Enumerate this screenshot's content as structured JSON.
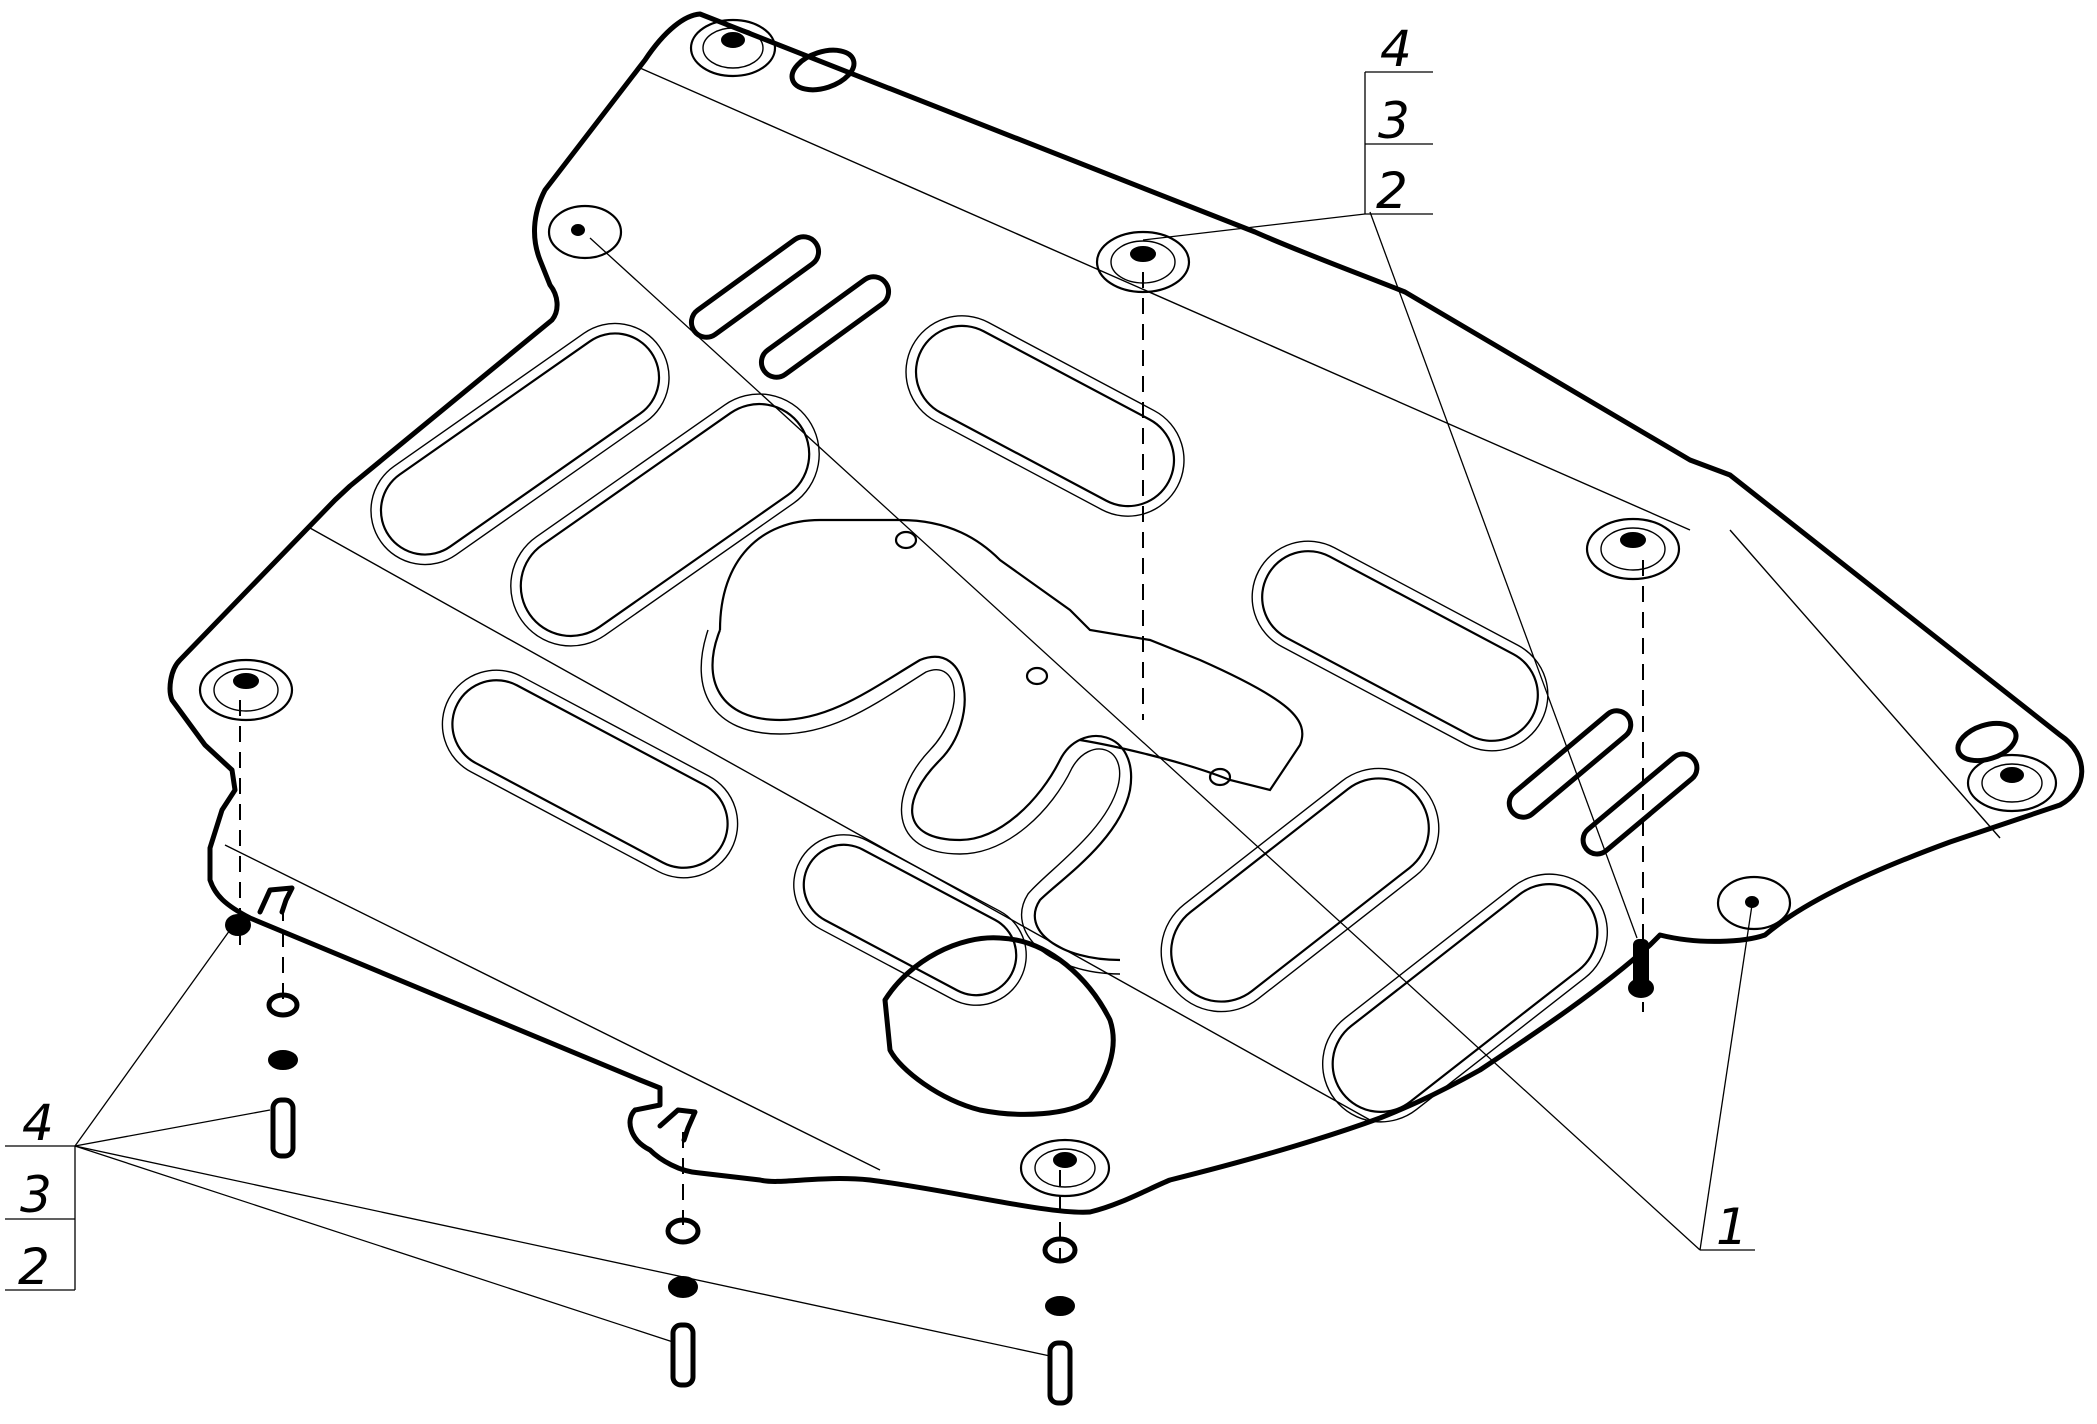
{
  "callouts": {
    "top_right": {
      "a": "4",
      "b": "3",
      "c": "2"
    },
    "bottom_left": {
      "a": "4",
      "b": "3",
      "c": "2"
    },
    "part": {
      "a": "1"
    }
  },
  "colors": {
    "line": "#000000",
    "background": "#ffffff"
  }
}
